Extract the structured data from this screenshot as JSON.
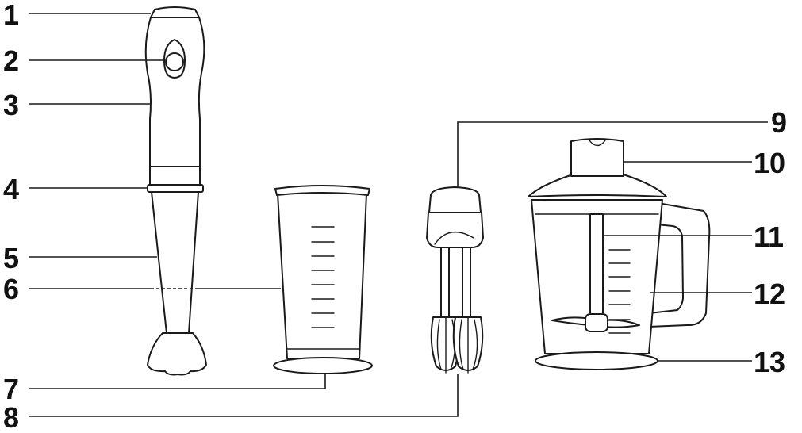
{
  "callouts": {
    "c1": "1",
    "c2": "2",
    "c3": "3",
    "c4": "4",
    "c5": "5",
    "c6": "6",
    "c7": "7",
    "c8": "8",
    "c9": "9",
    "c10": "10",
    "c11": "11",
    "c12": "12",
    "c13": "13"
  },
  "line_color": "#1a1a1a",
  "background": "#ffffff"
}
